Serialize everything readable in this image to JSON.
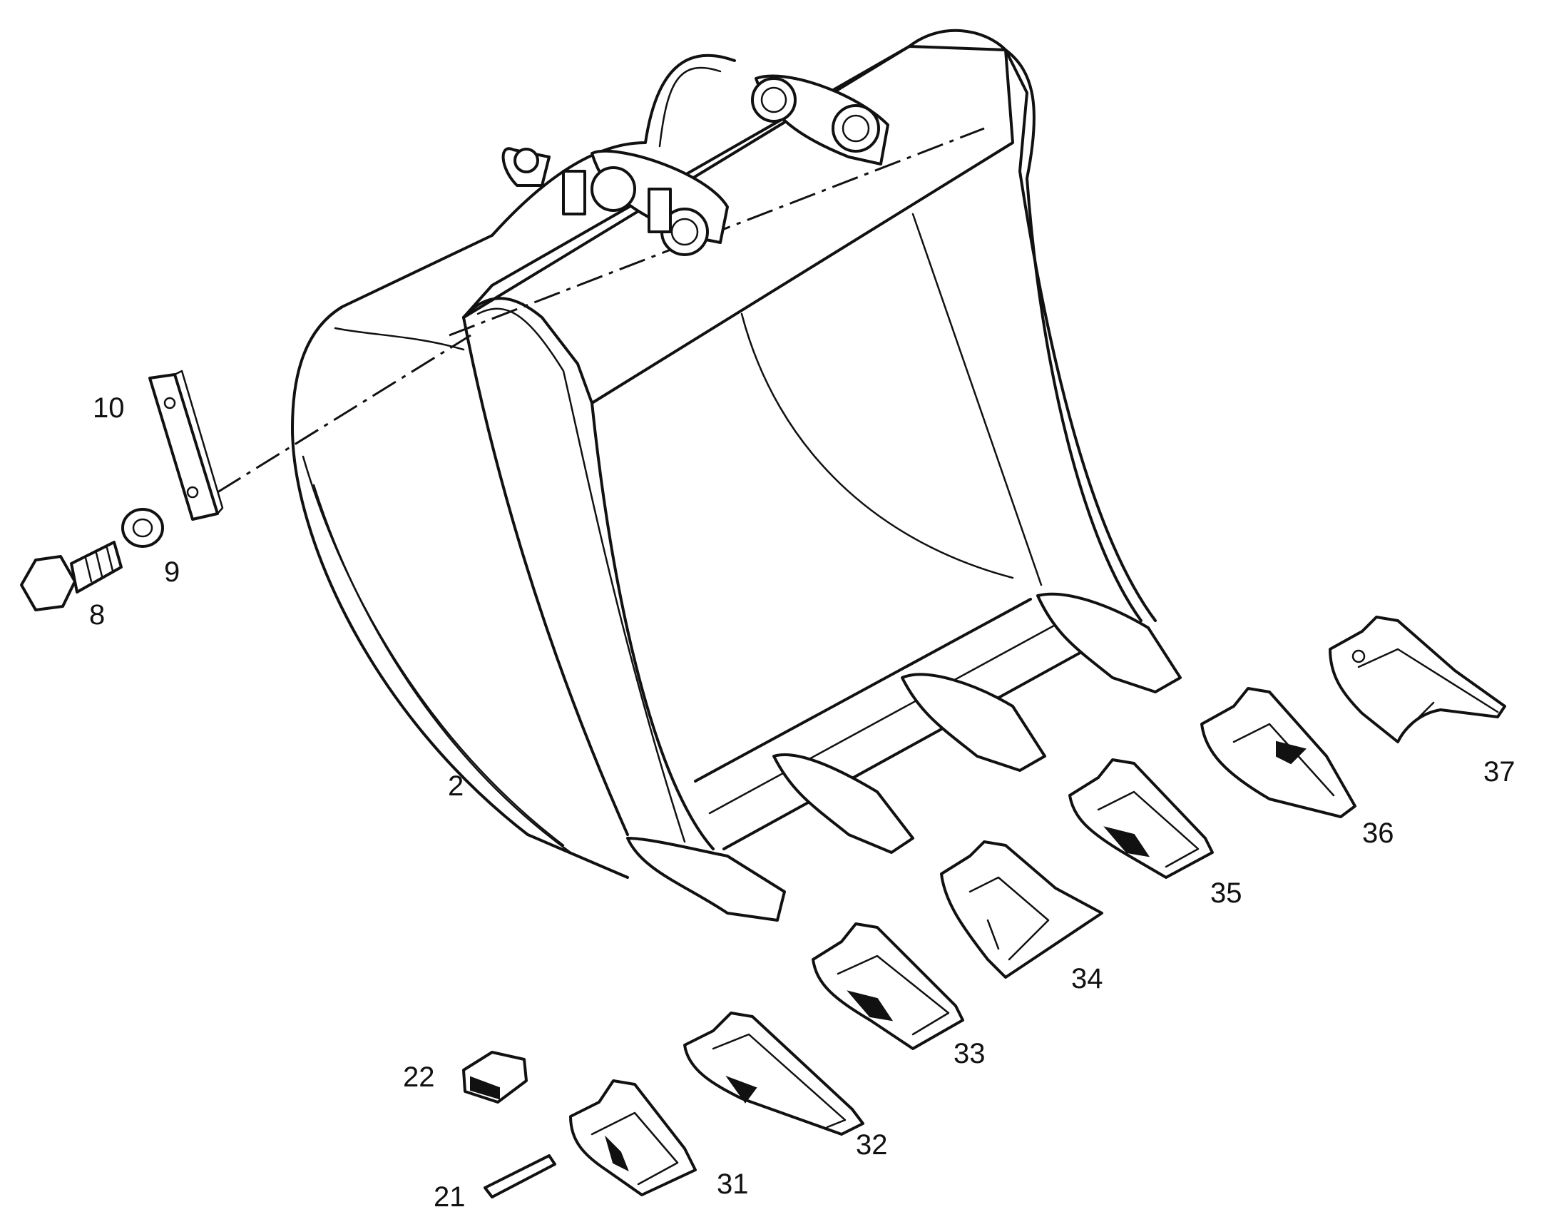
{
  "diagram": {
    "callouts": [
      {
        "id": "2",
        "label": "2",
        "part": "bucket"
      },
      {
        "id": "8",
        "label": "8",
        "part": "hex-bolt"
      },
      {
        "id": "9",
        "label": "9",
        "part": "washer"
      },
      {
        "id": "10",
        "label": "10",
        "part": "plate"
      },
      {
        "id": "21",
        "label": "21",
        "part": "retainer-pin"
      },
      {
        "id": "22",
        "label": "22",
        "part": "lock-block"
      },
      {
        "id": "31",
        "label": "31",
        "part": "tooth-31"
      },
      {
        "id": "32",
        "label": "32",
        "part": "tooth-32"
      },
      {
        "id": "33",
        "label": "33",
        "part": "tooth-33"
      },
      {
        "id": "34",
        "label": "34",
        "part": "tooth-34"
      },
      {
        "id": "35",
        "label": "35",
        "part": "tooth-35"
      },
      {
        "id": "36",
        "label": "36",
        "part": "tooth-36"
      },
      {
        "id": "37",
        "label": "37",
        "part": "tooth-37"
      }
    ]
  }
}
